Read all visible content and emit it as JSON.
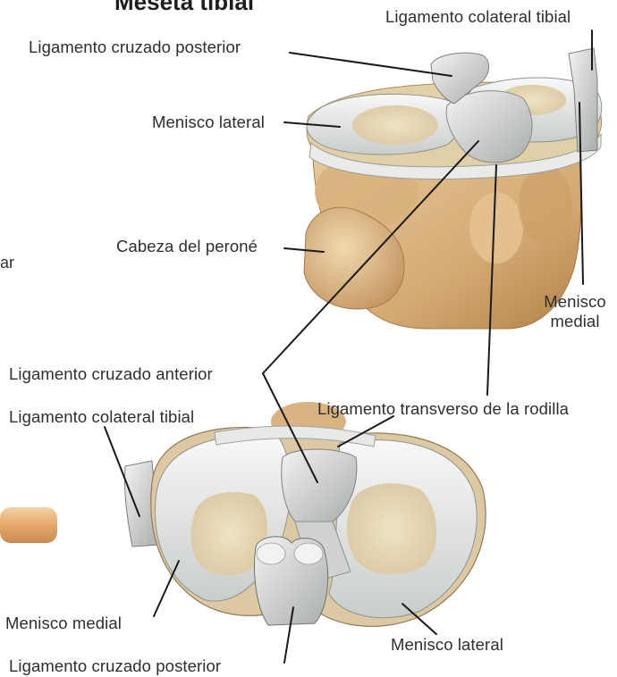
{
  "figure": {
    "title": "Meseta tibial",
    "left_fragment": "ar"
  },
  "top_view_labels": {
    "tibial_collateral": "Ligamento colateral tibial",
    "posterior_cruciate": "Ligamento cruzado posterior",
    "lateral_meniscus": "Menisco lateral",
    "fibular_head": "Cabeza del peroné",
    "medial_meniscus_line1": "Menisco",
    "medial_meniscus_line2": "medial"
  },
  "shared_labels": {
    "anterior_cruciate": "Ligamento cruzado anterior",
    "transverse_ligament": "Ligamento transverso de la rodilla"
  },
  "bottom_view_labels": {
    "tibial_collateral": "Ligamento colateral tibial",
    "medial_meniscus": "Menisco medial",
    "lateral_meniscus": "Menisco lateral",
    "posterior_cruciate": "Ligamento cruzado posterior"
  },
  "colors": {
    "bone": "#d9b789",
    "bone_shadow": "#b88a55",
    "cartilage": "#e8e2cc",
    "meniscus": "#eef0ee",
    "ligament": "#d6d8d6",
    "leader_line": "#1a1a1a"
  }
}
